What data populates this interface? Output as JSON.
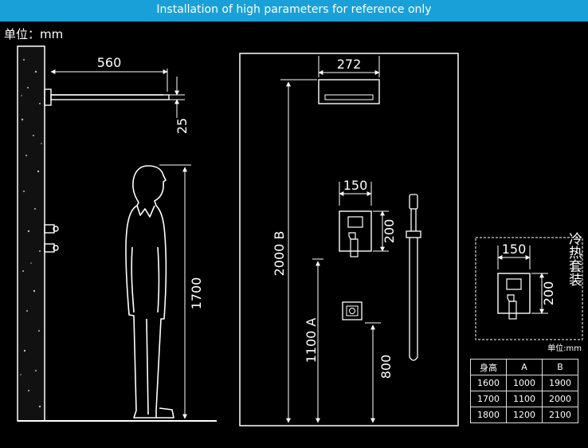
{
  "banner": {
    "text": "Installation of high parameters for reference only",
    "color": "#1aa0d8"
  },
  "unit_label": "单位：mm",
  "side_view": {
    "shower_arm_length": "560",
    "head_thickness": "25",
    "person_height": "1700"
  },
  "front_view": {
    "head_width": "272",
    "valve_width": "150",
    "valve_height": "200",
    "height_b": "2000 B",
    "height_a": "1100 A",
    "outlet_height": "800"
  },
  "kit": {
    "valve_width": "150",
    "valve_height": "200",
    "label": "冷热套装",
    "unit_label": "单位:mm"
  },
  "table": {
    "headers": [
      "身高",
      "A",
      "B"
    ],
    "rows": [
      [
        "1600",
        "1000",
        "1900"
      ],
      [
        "1700",
        "1100",
        "2000"
      ],
      [
        "1800",
        "1200",
        "2100"
      ]
    ]
  }
}
